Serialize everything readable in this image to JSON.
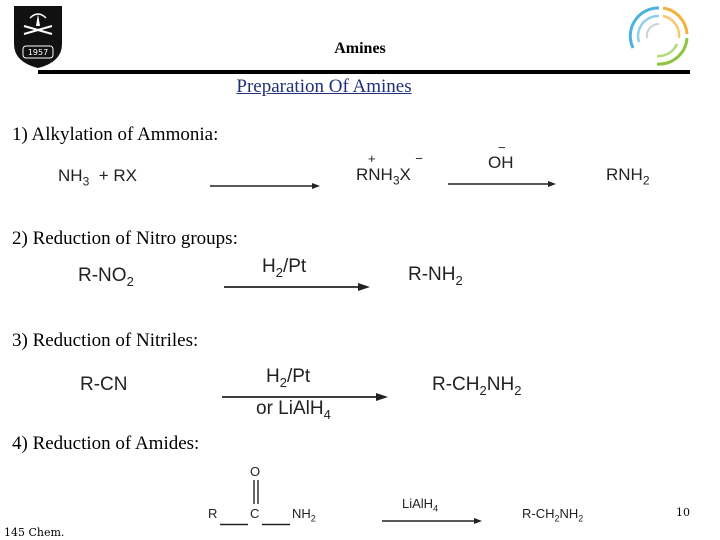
{
  "header": {
    "title": "Amines",
    "logo_left": "university-seal",
    "logo_left_year": "1957",
    "logo_right": "concentric-arcs-logo"
  },
  "page_title": "Preparation Of Amines",
  "sections": [
    {
      "heading": "1) Alkylation of Ammonia:",
      "reactants": "NH3  +  RX",
      "intermediate": "RNH3X",
      "intermediate_charges": "+  −",
      "reagent": "OH",
      "reagent_charge": "−",
      "product": "RNH2"
    },
    {
      "heading": "2) Reduction of Nitro groups:",
      "reactant": "R-NO2",
      "reagent": "H2/Pt",
      "product": "R-NH2"
    },
    {
      "heading": "3) Reduction of Nitriles:",
      "reactant": "R-CN",
      "reagent_top": "H2/Pt",
      "reagent_bottom": "or LiAlH4",
      "product": "R-CH2NH2"
    },
    {
      "heading": "4) Reduction of Amides:",
      "amide_o": "O",
      "amide_r": "R",
      "amide_c": "C",
      "amide_nh2": "NH2",
      "reagent": "LiAlH4",
      "product": "R-CH2NH2"
    }
  ],
  "footer": {
    "course": "145 Chem.",
    "page_number": "10"
  },
  "colors": {
    "title_blue": "#1f2f7a",
    "rule": "#000000",
    "logo_arc_1": "#f2b33d",
    "logo_arc_2": "#4ab3e0",
    "logo_arc_3": "#8cc63f"
  }
}
